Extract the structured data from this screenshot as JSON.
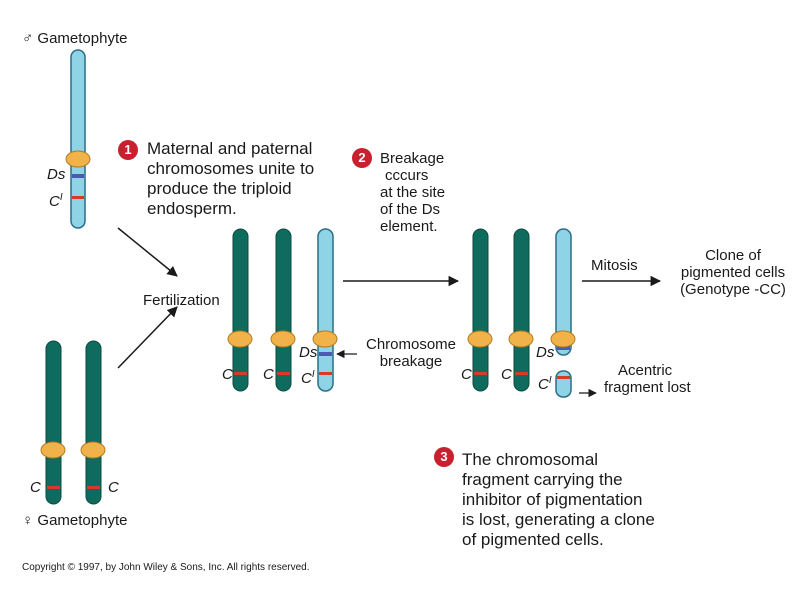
{
  "male_gametophyte": "♂ Gametophyte",
  "female_gametophyte": "♀ Gametophyte",
  "steps": [
    {
      "number": "1",
      "text": [
        "Maternal and paternal",
        "chromosomes unite to",
        "produce the triploid",
        "endosperm."
      ]
    },
    {
      "number": "2",
      "text": [
        "Breakage",
        "cccurs",
        "at the site",
        "of the Ds",
        "element."
      ]
    },
    {
      "number": "3",
      "text": [
        "The chromosomal",
        "fragment carrying the",
        "inhibitor of pigmentation",
        "is lost, generating a clone",
        "of pigmented cells."
      ]
    }
  ],
  "labels": {
    "fertilization": "Fertilization",
    "chromosome_breakage": [
      "Chromosome",
      "breakage"
    ],
    "mitosis": "Mitosis",
    "clone": [
      "Clone of",
      "pigmented cells",
      "(Genotype -CC)"
    ],
    "acentric": [
      "Acentric",
      "fragment lost"
    ],
    "ds": "Ds",
    "c": "C",
    "ci": "C",
    "ci_sup": "I"
  },
  "colors": {
    "dark_chromosome": "#0f6b5e",
    "light_chromosome": "#8fd3e6",
    "centromere": "#f2b24a",
    "ds_band": "#4a5bb0",
    "c_band": "#d8392b",
    "badge": "#c8202f"
  },
  "copyright": "Copyright © 1997, by John Wiley & Sons, Inc. All rights reserved."
}
